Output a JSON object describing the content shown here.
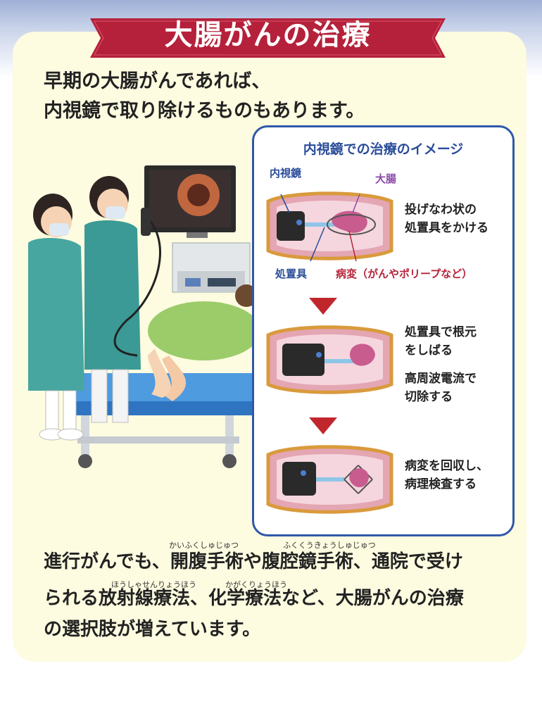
{
  "header": {
    "title": "大腸がんの治療"
  },
  "intro": {
    "line1": "早期の大腸がんであれば、",
    "line2": "内視鏡で取り除けるものもあります。"
  },
  "image_panel": {
    "title": "内視鏡での治療のイメージ",
    "labels": {
      "endoscope": "内視鏡",
      "colon": "大腸",
      "instrument": "処置具",
      "lesion": "病変（がんやポリープなど）"
    },
    "steps": [
      {
        "line1": "投げなわ状の",
        "line2": "処置具をかける"
      },
      {
        "line1": "処置具で根元",
        "line2": "をしばる",
        "line3": "高周波電流で",
        "line4": "切除する"
      },
      {
        "line1": "病変を回収し、",
        "line2": "病理検査する"
      }
    ]
  },
  "outro": {
    "line1": "進行がんでも、開腹手術や腹腔鏡手術、通院で受け",
    "line2": "られる放射線療法、化学療法など、大腸がんの治療",
    "line3": "の選択肢が増えています。",
    "ruby": {
      "kaifuku": "かいふくしゅじゅつ",
      "fukukukyo": "ふくくうきょうしゅじゅつ",
      "houshasen": "ほうしゃせんりょうほう",
      "kagaku": "かがくりょうほう"
    }
  },
  "colors": {
    "banner_red": "#b5213a",
    "accent_blue": "#2f58a8",
    "panel_bg": "#fdfbe0",
    "arrow_red": "#c0272d"
  }
}
